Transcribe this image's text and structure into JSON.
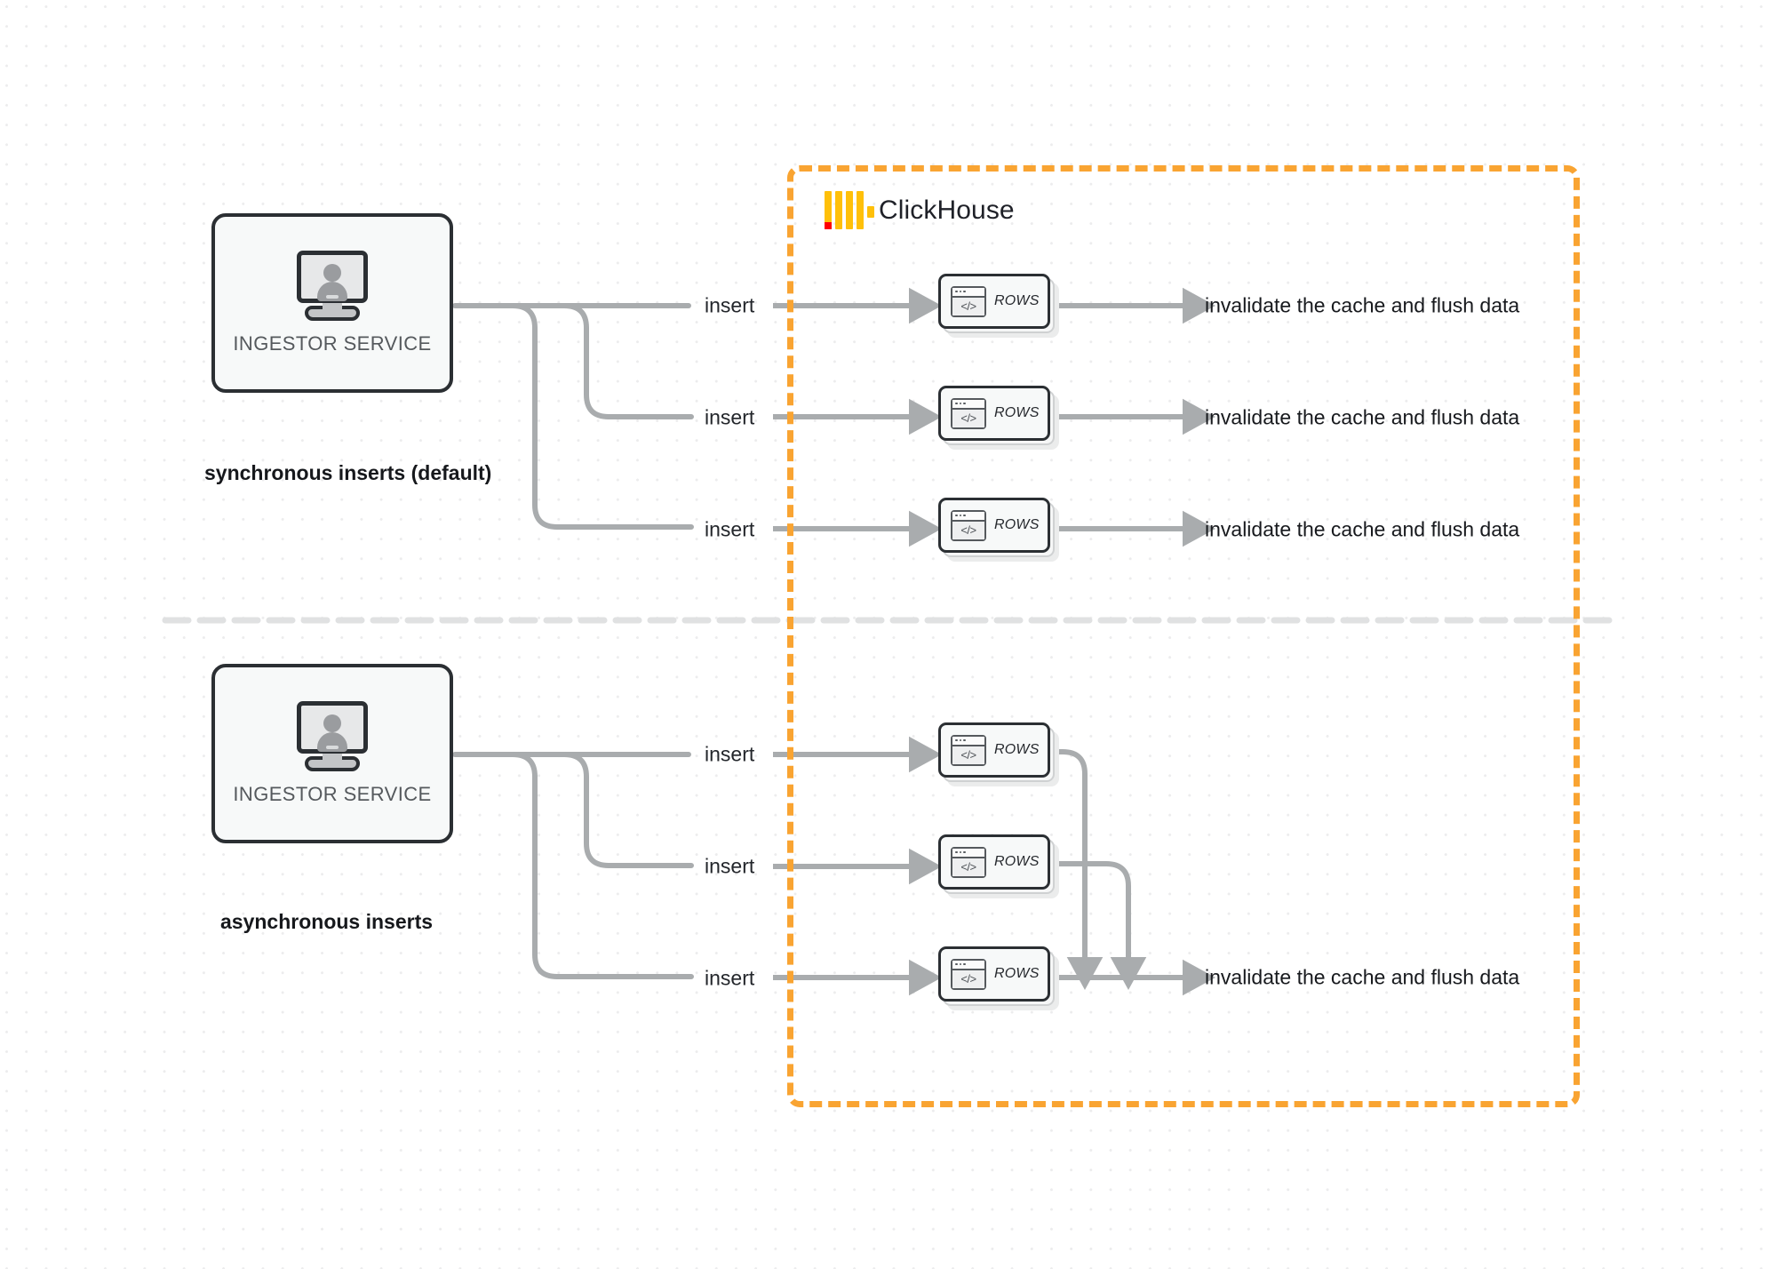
{
  "diagram": {
    "title": "ClickHouse synchronous vs asynchronous inserts",
    "colors": {
      "boundary": "#f9a432",
      "logo_yellow": "#ffc009",
      "logo_red": "#ff0000",
      "wire": "#a9acae",
      "node_outline": "#2b2f33",
      "divider": "#e0e1e2"
    }
  },
  "clickhouse": {
    "name": "ClickHouse",
    "logo_icon": "clickhouse-logo-icon"
  },
  "sections": [
    {
      "id": "synchronous",
      "caption": "synchronous inserts (default)",
      "source": {
        "label": "INGESTOR SERVICE",
        "icon": "monitor-user-icon"
      },
      "flows": [
        {
          "insert_label": "insert",
          "node_label": "ROWS",
          "node_icon": "code-window-icon",
          "outcome": "invalidate the cache and flush data"
        },
        {
          "insert_label": "insert",
          "node_label": "ROWS",
          "node_icon": "code-window-icon",
          "outcome": "invalidate the cache and flush data"
        },
        {
          "insert_label": "insert",
          "node_label": "ROWS",
          "node_icon": "code-window-icon",
          "outcome": "invalidate the cache and flush data"
        }
      ]
    },
    {
      "id": "asynchronous",
      "caption": "asynchronous inserts",
      "source": {
        "label": "INGESTOR SERVICE",
        "icon": "monitor-user-icon"
      },
      "flows": [
        {
          "insert_label": "insert",
          "node_label": "ROWS",
          "node_icon": "code-window-icon"
        },
        {
          "insert_label": "insert",
          "node_label": "ROWS",
          "node_icon": "code-window-icon"
        },
        {
          "insert_label": "insert",
          "node_label": "ROWS",
          "node_icon": "code-window-icon"
        }
      ],
      "merged_outcome": "invalidate the cache and flush data"
    }
  ],
  "code_glyph": "</>"
}
